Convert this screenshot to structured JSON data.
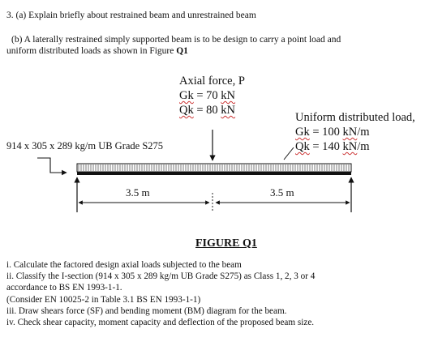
{
  "question": {
    "part_a": "3. (a) Explain briefly about restrained beam and unrestrained beam",
    "part_b_line1": "(b) A laterally restrained simply supported beam is to be design to carry a point load and",
    "part_b_line2_pre": "uniform distributed loads as shown in Figure ",
    "part_b_line2_ref": "Q1"
  },
  "figure": {
    "axial_force": {
      "title": "Axial force, P",
      "gk_pre": "Gk",
      "gk_mid": " = 70 ",
      "gk_unit": "kN",
      "qk_pre": "Qk",
      "qk_mid": " = 80 ",
      "qk_unit": "kN"
    },
    "udl": {
      "title": "Uniform distributed load,",
      "gk_pre": "Gk",
      "gk_mid": " = 100 ",
      "gk_unit": "kN",
      "gk_rest": "/m",
      "qk_pre": "Qk",
      "qk_mid": " = 140 ",
      "qk_unit": "kN",
      "qk_rest": "/m"
    },
    "section_label": "914 x 305 x 289 kg/m UB Grade S275",
    "span_left": "3.5 m",
    "span_right": "3.5 m",
    "title": "FIGURE Q1"
  },
  "tasks": {
    "i": "i. Calculate the factored design axial loads subjected to the beam",
    "ii_line1": "ii. Classify the I-section (914 x 305 x 289 kg/m UB Grade S275) as Class 1, 2, 3 or 4",
    "ii_line2": "accordance to BS EN 1993-1-1.",
    "ii_line3": "(Consider EN 10025-2 in Table 3.1 BS EN 1993-1-1)",
    "iii": "iii. Draw shears force (SF) and bending moment (BM) diagram for the beam.",
    "iv": "iv. Check shear capacity, moment capacity and deflection of the proposed beam size."
  },
  "colors": {
    "text": "#111111",
    "spellcheck_underline": "#cc3333"
  }
}
